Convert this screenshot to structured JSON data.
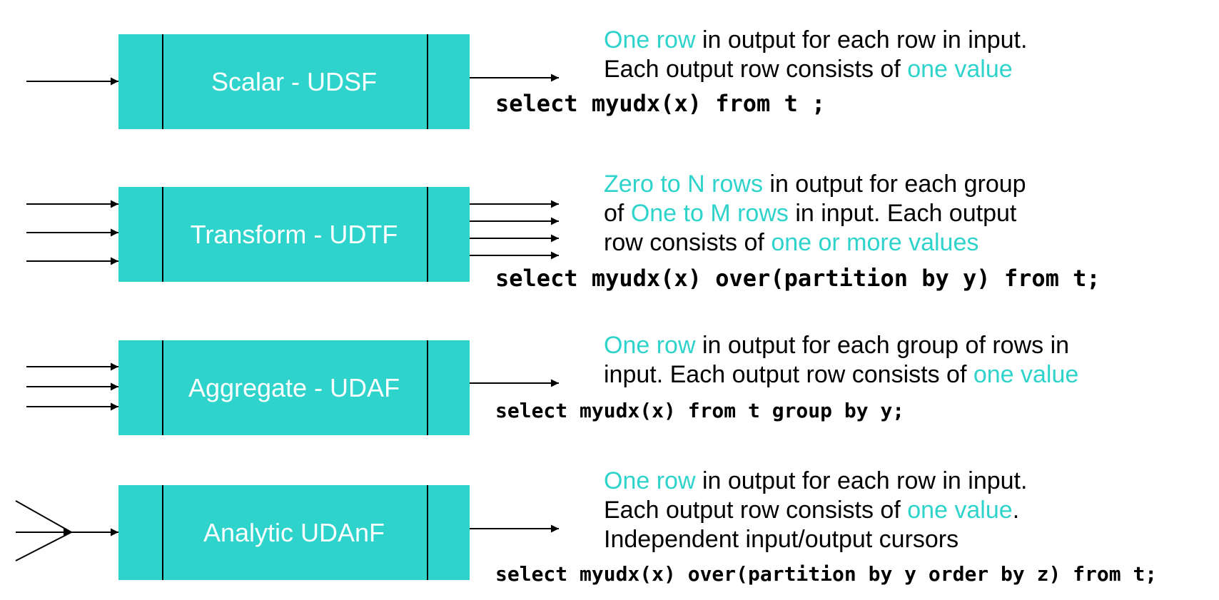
{
  "colors": {
    "accent": "#2ed3cb",
    "text": "#000000",
    "box_text": "#ffffff"
  },
  "rows": [
    {
      "box_label": "Scalar - UDSF",
      "desc": [
        [
          {
            "t": "One row",
            "hl": true
          },
          {
            "t": " in output for each row in input.",
            "hl": false
          }
        ],
        [
          {
            "t": "Each output row consists of ",
            "hl": false
          },
          {
            "t": "one value",
            "hl": true
          }
        ]
      ],
      "sql": "select myudx(x) from t ;"
    },
    {
      "box_label": "Transform - UDTF",
      "desc": [
        [
          {
            "t": "Zero to N rows",
            "hl": true
          },
          {
            "t": " in output for each group",
            "hl": false
          }
        ],
        [
          {
            "t": "of ",
            "hl": false
          },
          {
            "t": "One to M rows",
            "hl": true
          },
          {
            "t": " in input. Each output",
            "hl": false
          }
        ],
        [
          {
            "t": "row consists of ",
            "hl": false
          },
          {
            "t": "one or more values",
            "hl": true
          }
        ]
      ],
      "sql": "select myudx(x) over(partition by y) from t;"
    },
    {
      "box_label": "Aggregate - UDAF",
      "desc": [
        [
          {
            "t": "One row",
            "hl": true
          },
          {
            "t": " in output for each group of rows in",
            "hl": false
          }
        ],
        [
          {
            "t": "input. Each output row consists of ",
            "hl": false
          },
          {
            "t": "one value",
            "hl": true
          }
        ]
      ],
      "sql": "select myudx(x) from t group by y;"
    },
    {
      "box_label": "Analytic UDAnF",
      "desc": [
        [
          {
            "t": "One row",
            "hl": true
          },
          {
            "t": " in output for each row in input.",
            "hl": false
          }
        ],
        [
          {
            "t": "Each output row consists of ",
            "hl": false
          },
          {
            "t": "one value",
            "hl": true
          },
          {
            "t": ".",
            "hl": false
          }
        ],
        [
          {
            "t": "Independent input/output cursors",
            "hl": false
          }
        ]
      ],
      "sql": "select myudx(x) over(partition by y order by z) from t;"
    }
  ]
}
